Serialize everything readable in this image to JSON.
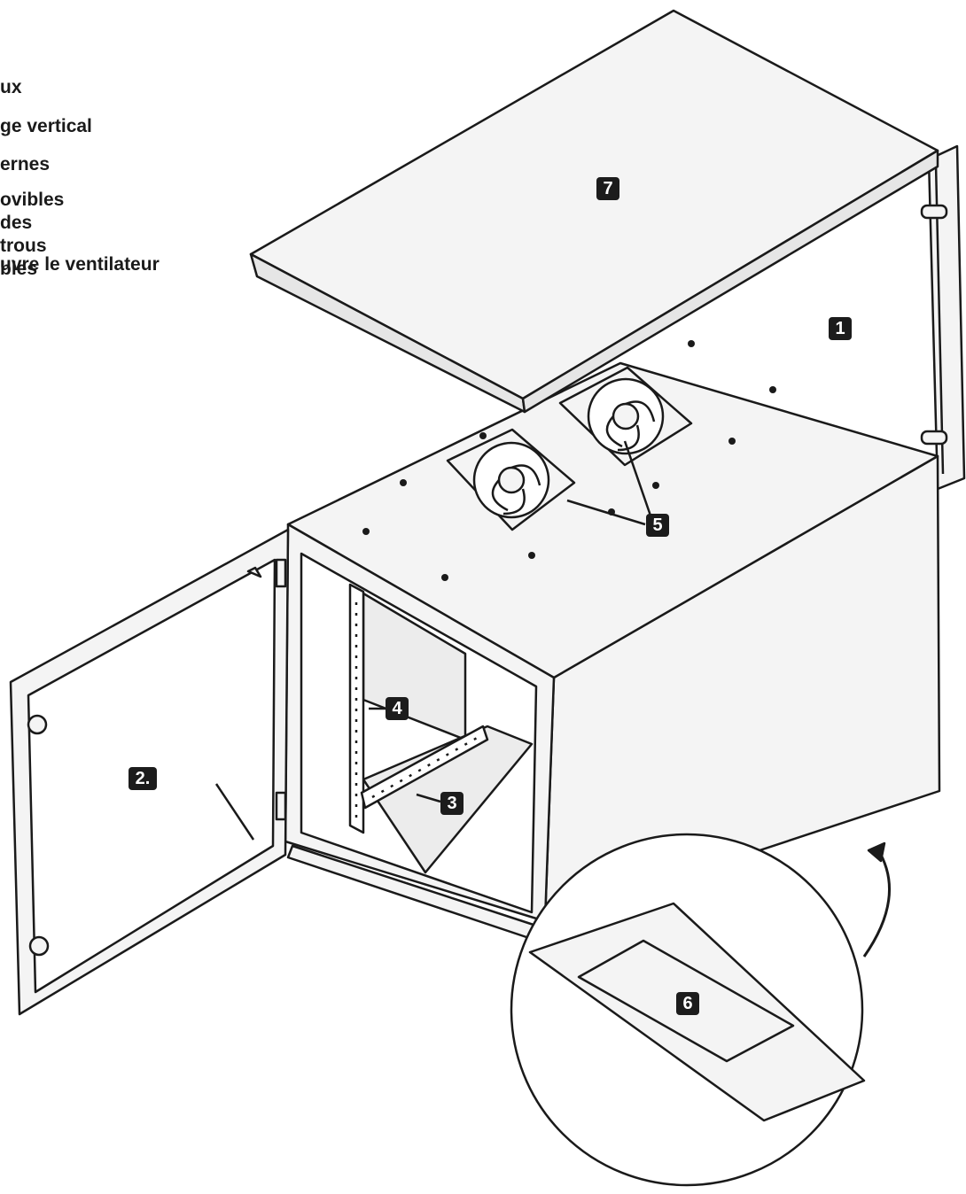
{
  "legend": [
    "ux",
    "ge vertical",
    "ernes",
    "ovibles des trous\nbles",
    "uvre le ventilateur"
  ],
  "callouts": [
    "1",
    "2.",
    "3",
    "4",
    "5",
    "6",
    "7"
  ],
  "colors": {
    "line": "#1a1a1a",
    "panel": "#f4f4f4",
    "badge": "#1c1c1c"
  }
}
